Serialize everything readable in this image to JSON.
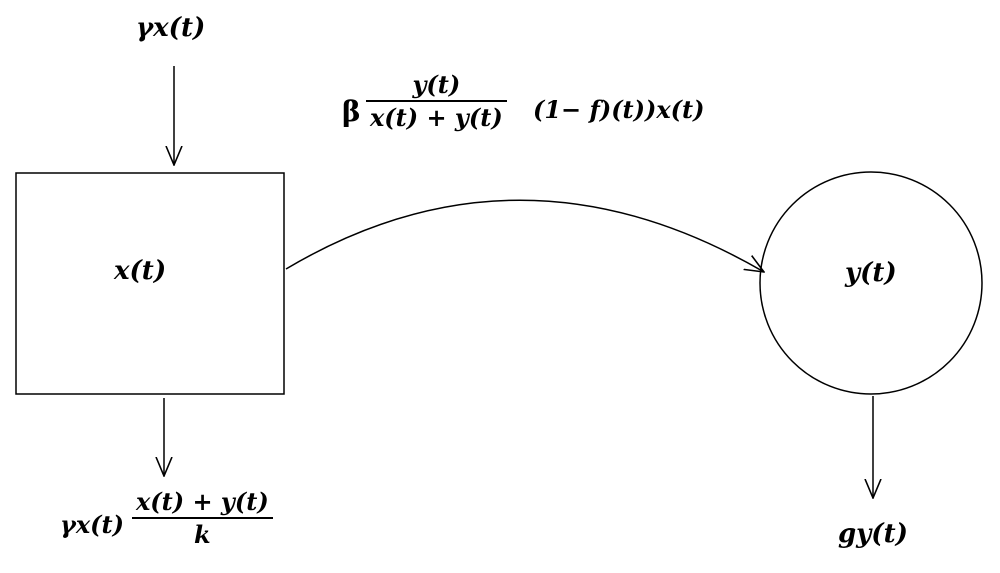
{
  "nodes": {
    "x_box": {
      "label": "x(t)"
    },
    "y_circle": {
      "label": "y(t)"
    }
  },
  "inflow_x": {
    "label": "γx(t)"
  },
  "outflow_x": {
    "prefix": "γx(t)",
    "numerator": "x(t) + y(t)",
    "denominator": "k"
  },
  "transfer": {
    "prefix": "β",
    "numerator": "y(t)",
    "denominator": "x(t) +  y(t)",
    "suffix": "(1−  f)(t))x(t)"
  },
  "outflow_y": {
    "label": "gy(t)"
  }
}
